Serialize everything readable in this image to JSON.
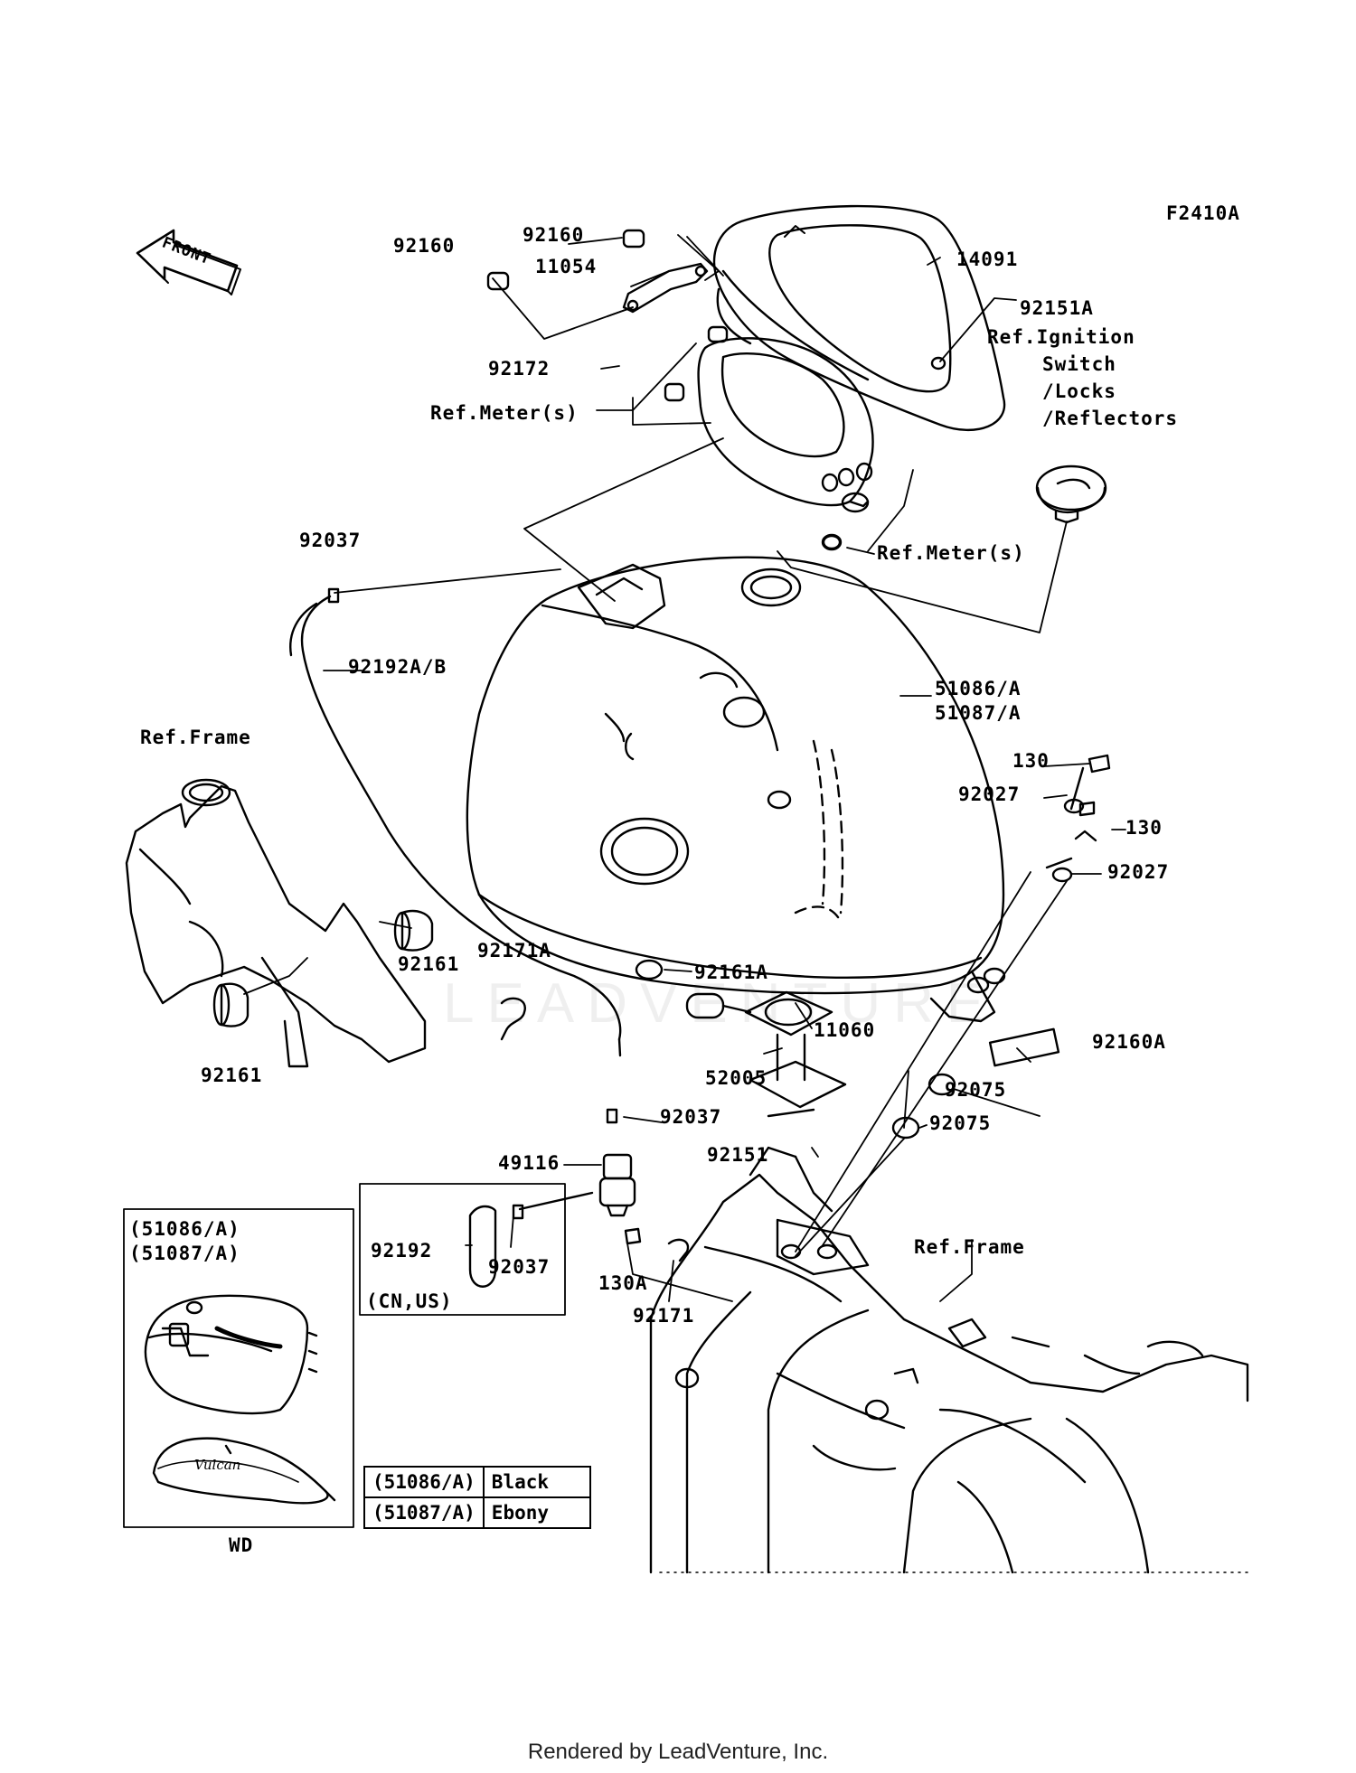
{
  "figure_code": "F2410A",
  "front_arrow": "FRONT",
  "labels": {
    "p92160_a": "92160",
    "p92160_b": "92160",
    "p14091": "14091",
    "p11054": "11054",
    "p92151a": "92151A",
    "ref_ignition": [
      "Ref.Ignition",
      "Switch",
      "/Locks",
      "/Reflectors"
    ],
    "p92172": "92172",
    "ref_meter_1": "Ref.Meter(s)",
    "ref_meter_2": "Ref.Meter(s)",
    "p92037_top": "92037",
    "p92192ab": "92192A/B",
    "p51086": "51086/A",
    "p51087": "51087/A",
    "ref_frame_left": "Ref.Frame",
    "p130_a": "130",
    "p92027_a": "92027",
    "p130_b": "130",
    "p92027_b": "92027",
    "p92171a": "92171A",
    "p92161_a": "92161",
    "p92161a": "92161A",
    "p92161_b": "92161",
    "p11060": "11060",
    "p92160a": "92160A",
    "p52005": "52005",
    "p92075_a": "92075",
    "p92075_b": "92075",
    "p92037_mid": "92037",
    "p49116": "49116",
    "p92151": "92151",
    "ref_frame_right": "Ref.Frame",
    "p92192": "92192",
    "p92037_low": "92037",
    "cn_us": "(CN,US)",
    "p130a": "130A",
    "p92171": "92171",
    "inset_51086": "(51086/A)",
    "inset_51087": "(51087/A)",
    "inset_wd": "WD"
  },
  "color_table": [
    {
      "part": "(51086/A)",
      "color": "Black"
    },
    {
      "part": "(51087/A)",
      "color": "Ebony"
    }
  ],
  "watermark": "LEADVENTURE",
  "footer": "Rendered by LeadVenture, Inc."
}
